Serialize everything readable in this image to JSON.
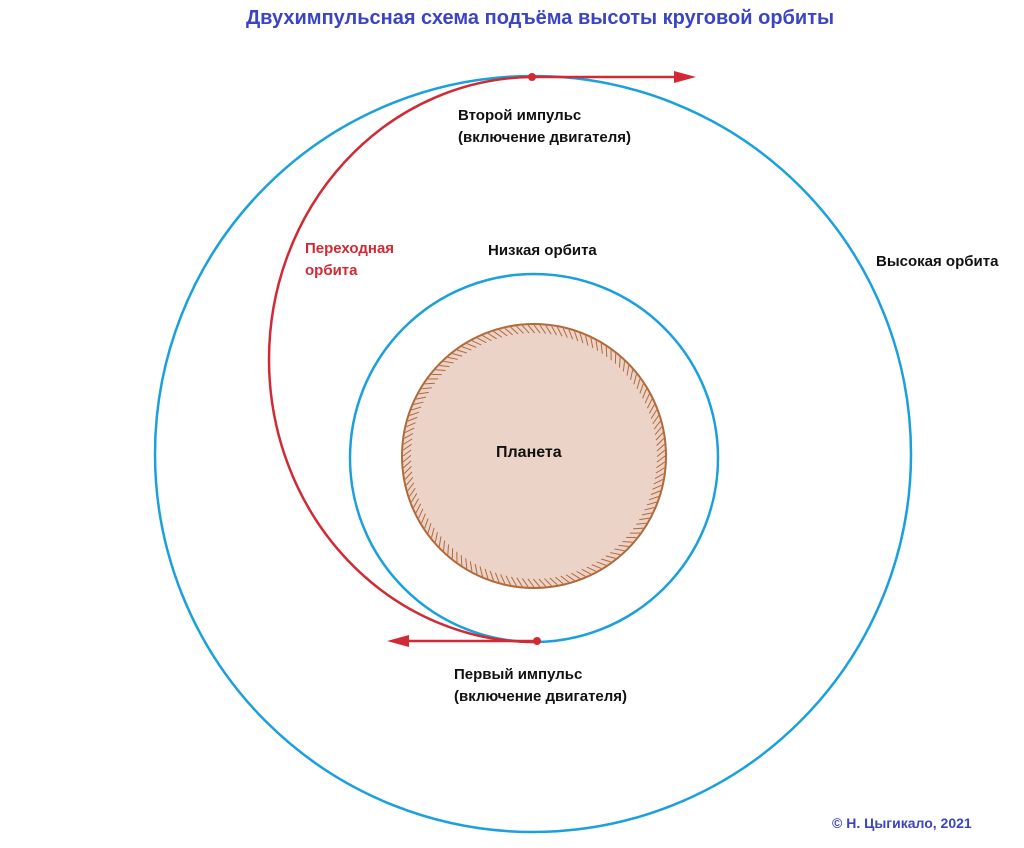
{
  "title": "Двухимпульсная схема подъёма высоты круговой орбиты",
  "labels": {
    "planet": "Планета",
    "low_orbit": "Низкая орбита",
    "high_orbit": "Высокая орбита",
    "transfer_orbit_line1": "Переходная",
    "transfer_orbit_line2": "орбита",
    "second_impulse_line1": "Второй импульс",
    "second_impulse_line2": "(включение двигателя)",
    "first_impulse_line1": "Первый импульс",
    "first_impulse_line2": "(включение двигателя)"
  },
  "copyright": "© Н. Цыгикало, 2021",
  "colors": {
    "title": "#3b44c2",
    "orbit": "#1aa0dc",
    "transfer": "#d12a35",
    "planet_fill": "#ecd3c8",
    "planet_edge": "#b06a3c",
    "text": "#111111"
  }
}
